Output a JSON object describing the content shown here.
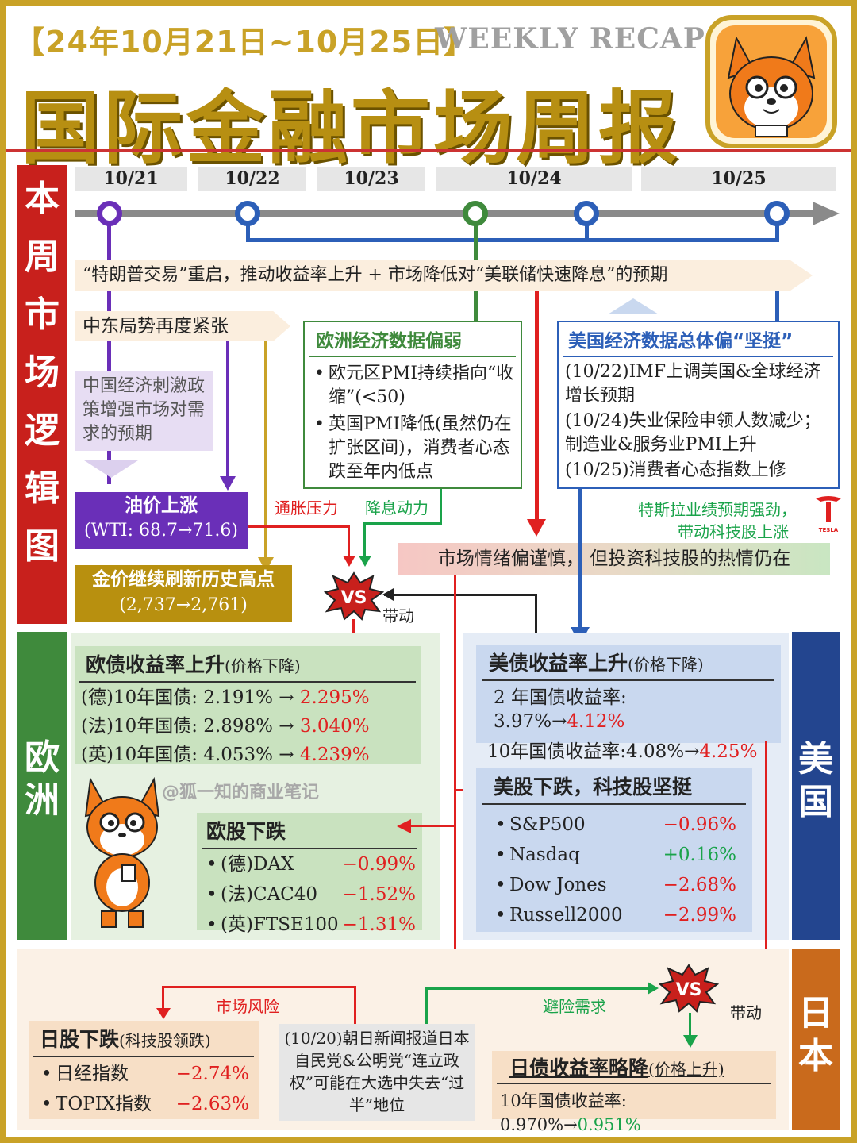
{
  "header": {
    "date_range": "【24年10月21日~10月25日】",
    "weekly": "WEEKLY RECAP",
    "title": "国际金融市场周报"
  },
  "sidebar": {
    "logic": "本周市场逻辑图",
    "europe": "欧洲",
    "usa": "美国",
    "japan": "日本"
  },
  "timeline": {
    "dates": [
      "10/21",
      "10/22",
      "10/23",
      "10/24",
      "10/25"
    ]
  },
  "logic": {
    "trump_banner": "“特朗普交易”重启，推动收益率上升 + 市场降低对“美联储快速降息”的预期",
    "mideast": "中东局势再度紧张",
    "china_stimulus": "中国经济刺激政策增强市场对需求的预期",
    "oil_title": "油价上涨",
    "oil_detail": "(WTI: 68.7→71.6)",
    "gold_title": "金价继续刷新历史高点",
    "gold_detail": "(2,737→2,761)",
    "inflation": "通胀压力",
    "rate_cut": "降息动力",
    "vs": "VS",
    "drive": "带动",
    "eu_data_title": "欧洲经济数据偏弱",
    "eu_data_items": [
      "欧元区PMI持续指向“收缩”(<50)",
      "英国PMI降低(虽然仍在扩张区间)，消费者心态跌至年内低点"
    ],
    "us_data_title": "美国经济数据总体偏“坚挺”",
    "us_data_items": [
      "(10/22)IMF上调美国&全球经济增长预期",
      "(10/24)失业保险申领人数减少；制造业&服务业PMI上升",
      "(10/25)消费者心态指数上修"
    ],
    "tesla_note_1": "特斯拉业绩预期强劲，",
    "tesla_note_2": "带动科技股上涨",
    "tesla_logo": "TESLA",
    "sentiment": "市场情绪偏谨慎，  但投资科技股的热情仍在"
  },
  "europe": {
    "bond_title": "欧债收益率上升",
    "bond_sub": "(价格下降)",
    "bonds": [
      {
        "label": "(德)10年国债: 2.191% →",
        "value": "2.295%"
      },
      {
        "label": "(法)10年国债: 2.898% →",
        "value": "3.040%"
      },
      {
        "label": "(英)10年国债: 4.053% →",
        "value": "4.239%"
      }
    ],
    "watermark": "@狐一知的商业笔记",
    "stock_title": "欧股下跌",
    "stocks": [
      {
        "label": "(德)DAX",
        "value": "−0.99%"
      },
      {
        "label": "(法)CAC40",
        "value": "−1.52%"
      },
      {
        "label": "(英)FTSE100",
        "value": "−1.31%"
      }
    ]
  },
  "usa": {
    "bond_title": "美债收益率上升",
    "bond_sub": "(价格下降)",
    "bonds": [
      {
        "label": "2 年国债收益率: 3.97%→",
        "value": "4.12%"
      },
      {
        "label": "10年国债收益率:4.08%→",
        "value": "4.25%"
      }
    ],
    "stock_title": "美股下跌，科技股坚挺",
    "stocks": [
      {
        "label": "S&P500",
        "value": "−0.96%",
        "color": "#e02020"
      },
      {
        "label": "Nasdaq",
        "value": "+0.16%",
        "color": "#1aa34a"
      },
      {
        "label": "Dow Jones",
        "value": "−2.68%",
        "color": "#e02020"
      },
      {
        "label": "Russell2000",
        "value": "−2.99%",
        "color": "#e02020"
      }
    ]
  },
  "japan": {
    "market_risk": "市场风险",
    "safe_haven": "避险需求",
    "drive": "带动",
    "stock_title": "日股下跌",
    "stock_sub": "(科技股领跌)",
    "stocks": [
      {
        "label": "日经指数",
        "value": "−2.74%"
      },
      {
        "label": "TOPIX指数",
        "value": "−2.63%"
      }
    ],
    "news": "(10/20)朝日新闻报道日本自民党&公明党“连立政权”可能在大选中失去“过半”地位",
    "bond_title": "日债收益率略降",
    "bond_sub": "(价格上升)",
    "bond_label": "10年国债收益率: 0.970%→",
    "bond_value": "0.951%"
  },
  "colors": {
    "gold": "#c9a227",
    "red": "#c8201c",
    "green_side": "#3f8a3c",
    "navy_side": "#23458f",
    "orange_side": "#c96a1c",
    "purple": "#6a2fb8",
    "blue": "#2c5fb8",
    "olive": "#b8900f"
  }
}
